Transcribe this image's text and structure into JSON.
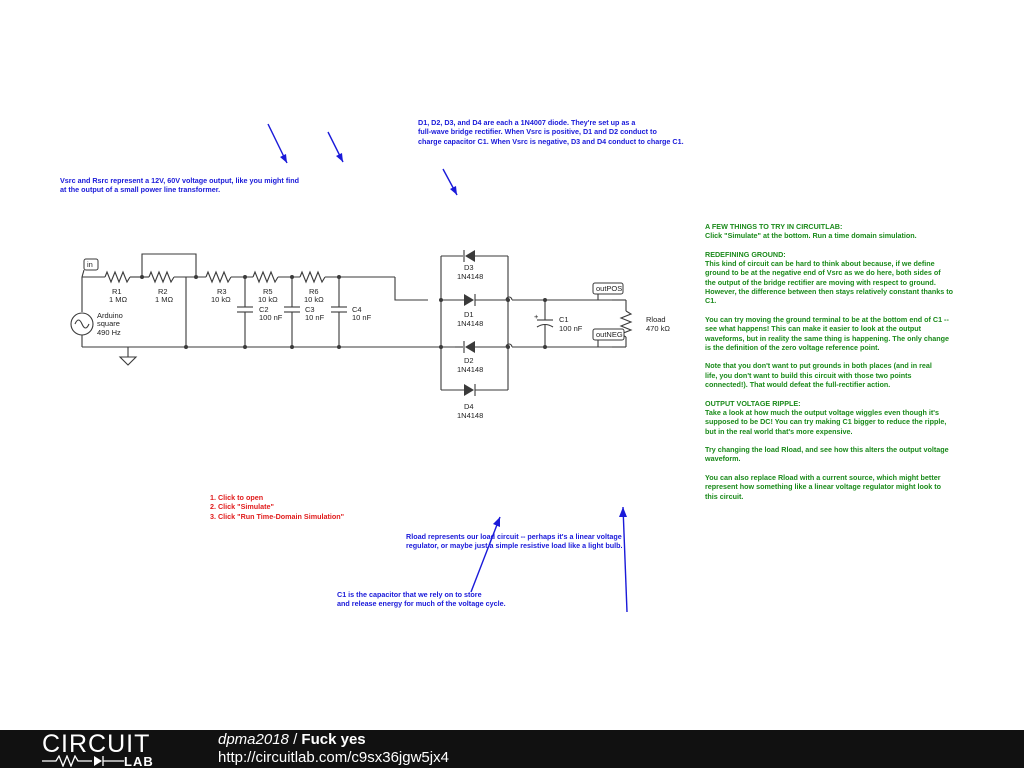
{
  "notes": {
    "vsrc_rsrc": [
      "Vsrc and Rsrc represent a 12V, 60V voltage output, like you might find",
      "at the output of a small power line transformer."
    ],
    "diodes": [
      "D1, D2, D3, and D4 are each a 1N4007 diode. They're set up as a",
      "full-wave bridge rectifier. When Vsrc is positive, D1 and D2 conduct to",
      "charge capacitor C1. When Vsrc is negative, D3 and D4 conduct to charge C1."
    ],
    "steps": [
      "1. Click to open",
      "2. Click \"Simulate\"",
      "3. Click \"Run Time-Domain Simulation\""
    ],
    "rload": [
      "Rload represents our load circuit -- perhaps it's a linear voltage",
      "regulator, or maybe just a simple resistive load like a light bulb."
    ],
    "c1": [
      "C1 is the capacitor that we rely on to store",
      "and release energy for much of the voltage cycle."
    ],
    "tips": [
      "A FEW THINGS TO TRY IN CIRCUITLAB:",
      "Click \"Simulate\" at the bottom. Run a time domain simulation.",
      "",
      "REDEFINING GROUND:",
      "This kind of circuit can be hard to think about because, if we define",
      "ground to be at the negative end of Vsrc as we do here, both sides of",
      "the output of the bridge rectifier are moving with respect to ground.",
      "However, the difference between then stays relatively constant thanks to",
      "C1.",
      "",
      "You can try moving the ground terminal to be at the bottom end of C1 --",
      "see what happens! This can make it easier to look at the output",
      "waveforms, but in reality the same thing is happening. The only change",
      "is the definition of the zero voltage reference point.",
      "",
      "Note that you don't want to put grounds in both places (and in real",
      "life, you don't want to build this circuit with those two points",
      "connected!). That would defeat the full-rectifier action.",
      "",
      "OUTPUT VOLTAGE RIPPLE:",
      "Take a look at how much the output voltage wiggles even though it's",
      "supposed to be DC! You can try making C1 bigger to reduce the ripple,",
      "but in the real world that's more expensive.",
      "",
      "Try changing the load Rload, and see how this alters the output voltage",
      "waveform.",
      "",
      "You can also replace Rload with a current source, which might better",
      "represent how something like a linear voltage regulator might look to",
      "this circuit."
    ]
  },
  "components": {
    "net_in": "in",
    "r1": {
      "name": "R1",
      "value": "1 MΩ"
    },
    "r2": {
      "name": "R2",
      "value": "1 MΩ"
    },
    "r3": {
      "name": "R3",
      "value": "10 kΩ"
    },
    "r5": {
      "name": "R5",
      "value": "10 kΩ"
    },
    "r6": {
      "name": "R6",
      "value": "10 kΩ"
    },
    "c2": {
      "name": "C2",
      "value": "100 nF"
    },
    "c3": {
      "name": "C3",
      "value": "10 nF"
    },
    "c4": {
      "name": "C4",
      "value": "10 nF"
    },
    "vsrc": {
      "line1": "Arduino",
      "line2": "square",
      "line3": "490 Hz"
    },
    "d1": {
      "name": "D1",
      "value": "1N4148"
    },
    "d2": {
      "name": "D2",
      "value": "1N4148"
    },
    "d3": {
      "name": "D3",
      "value": "1N4148"
    },
    "d4": {
      "name": "D4",
      "value": "1N4148"
    },
    "c1": {
      "name": "C1",
      "value": "100 nF",
      "polarity": "+"
    },
    "rload": {
      "name": "Rload",
      "value": "470 kΩ"
    },
    "net_outpos": "outPOS",
    "net_outneg": "outNEG"
  },
  "footer": {
    "logo_top": "CIRCUIT",
    "logo_bottom": "LAB",
    "user": "dpma2018",
    "separator": "/",
    "title": "Fuck yes",
    "url": "http://circuitlab.com/c9sx36jgw5jx4"
  },
  "colors": {
    "annotation_blue": "#1a1ad9",
    "tips_green": "#1b8a1b",
    "steps_red": "#e01c1c",
    "footer_bg": "#111111"
  }
}
